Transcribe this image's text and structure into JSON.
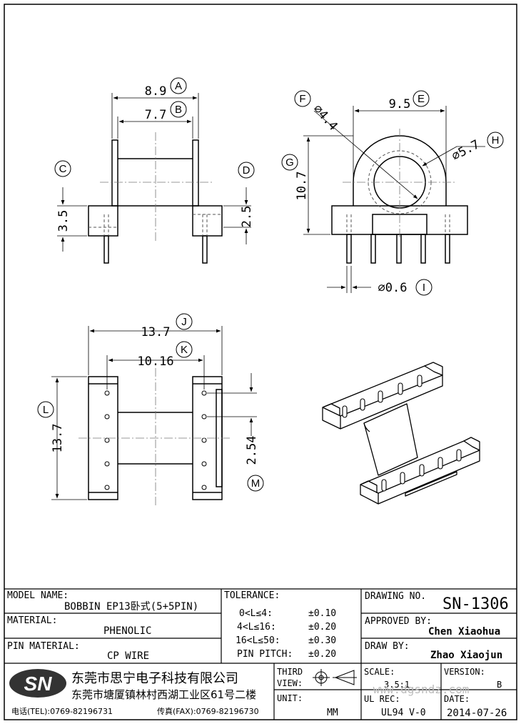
{
  "callouts": {
    "A": "A",
    "B": "B",
    "C": "C",
    "D": "D",
    "E": "E",
    "F": "F",
    "G": "G",
    "H": "H",
    "I": "I",
    "J": "J",
    "K": "K",
    "L": "L",
    "M": "M"
  },
  "dimensions": {
    "a": "8.9",
    "b": "7.7",
    "c": "3.5",
    "d": "2.5",
    "e": "9.5",
    "f": "∅4.4",
    "g": "10.7",
    "h": "∅5.7",
    "i": "∅0.6",
    "j": "13.7",
    "k": "10.16",
    "l": "13.7",
    "m": "2.54"
  },
  "title_block": {
    "model_name_label": "MODEL NAME:",
    "model_name_value": "BOBBIN EP13卧式(5+5PIN)",
    "material_label": "MATERIAL:",
    "material_value": "PHENOLIC",
    "pin_material_label": "PIN MATERIAL:",
    "pin_material_value": "CP WIRE",
    "tolerance_label": "TOLERANCE:",
    "tolerances": [
      {
        "range": "0<L≤4:",
        "value": "±0.10"
      },
      {
        "range": "4<L≤16:",
        "value": "±0.20"
      },
      {
        "range": "16<L≤50:",
        "value": "±0.30"
      },
      {
        "range": "PIN PITCH:",
        "value": "±0.20"
      }
    ],
    "drawing_no_label": "DRAWING NO.",
    "drawing_no_value": "SN-1306",
    "approved_label": "APPROVED BY:",
    "approved_value": "Chen Xiaohua",
    "draw_label": "DRAW BY:",
    "draw_value": "Zhao Xiaojun",
    "logo_text": "SN",
    "company_name": "东莞市思宁电子科技有限公司",
    "company_address": "东莞市塘厦镇林村西湖工业区61号二楼",
    "tel": "电话(TEL):0769-82196731",
    "fax": "传真(FAX):0769-82196730",
    "third_view_label_1": "THIRD",
    "third_view_label_2": "VIEW:",
    "unit_label": "UNIT:",
    "unit_value": "MM",
    "scale_label": "SCALE:",
    "scale_value": "3.5:1",
    "version_label": "VERSION:",
    "version_value": "B",
    "ul_rec_label": "UL REC:",
    "ul_rec_value": "UL94 V-0",
    "date_label": "DATE:",
    "date_value": "2014-07-26",
    "watermark": "www.dgsndz.com"
  },
  "colors": {
    "line": "#000000",
    "hidden": "#555555",
    "center": "#777777",
    "logo_bg": "#333333",
    "watermark": "#bbbbbb"
  }
}
